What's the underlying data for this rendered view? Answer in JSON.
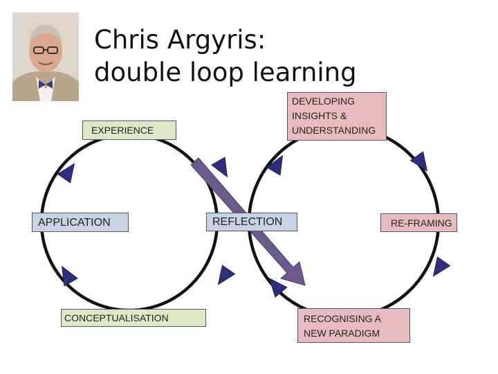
{
  "header": {
    "title_line1": "Chris Argyris:",
    "title_line2": "double loop learning"
  },
  "portrait": {
    "icon": "person-portrait-icon"
  },
  "labels": {
    "experience": "EXPERIENCE",
    "application": "APPLICATION",
    "conceptualisation": "CONCEPTUALISATION",
    "reflection": "REFLECTION",
    "insights_line1": "DEVELOPING",
    "insights_line2": "INSIGHTS &",
    "insights_line3": "UNDERSTANDING",
    "reframing": "RE-FRAMING",
    "paradigm_line1": "RECOGNISING A",
    "paradigm_line2": "NEW PARADIGM"
  },
  "colors": {
    "loop_stroke": "#111111",
    "arrowhead": "#2e2f7c",
    "diagonal_arrow": "#6d5a8c",
    "green_box": "#dde8c4",
    "pink_box": "#e8bcbf",
    "blue_box": "#c9d3e6"
  }
}
